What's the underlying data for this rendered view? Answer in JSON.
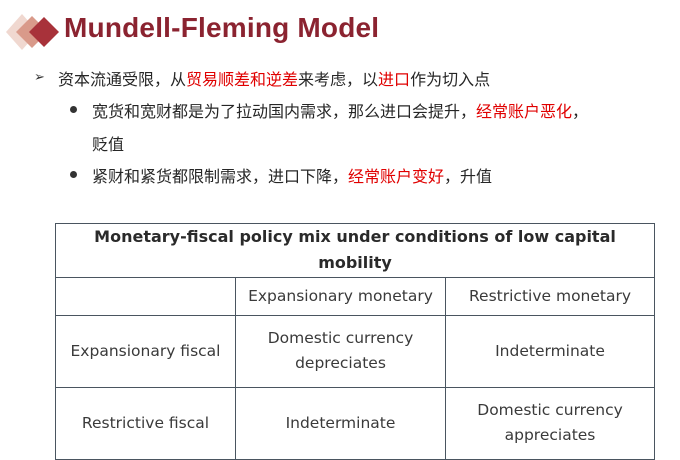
{
  "title": "Mundell-Fleming Model",
  "main_point": {
    "prefix": "资本流通受限，从",
    "highlight": "贸易顺差和逆差",
    "middle": "来考虑，以",
    "highlight2": "进口",
    "suffix": "作为切入点"
  },
  "sub_points": [
    {
      "line1_prefix": "宽货和宽财都是为了拉动国内需求，那么进口会提升，",
      "line1_highlight": "经常账户恶化",
      "line1_suffix": "，",
      "line2": "贬值"
    },
    {
      "prefix": "紧财和紧货都限制需求，进口下降，",
      "highlight": "经常账户变好",
      "suffix": "，升值"
    }
  ],
  "table": {
    "caption": "Monetary-fiscal policy mix under conditions of low capital mobility",
    "col_headers": [
      "",
      "Expansionary monetary",
      "Restrictive monetary"
    ],
    "rows": [
      {
        "label": "Expansionary fiscal",
        "cells": [
          [
            "Domestic currency",
            "depreciates"
          ],
          [
            "Indeterminate"
          ]
        ]
      },
      {
        "label": "Restrictive fiscal",
        "cells": [
          [
            "Indeterminate"
          ],
          [
            "Domestic currency",
            "appreciates"
          ]
        ]
      }
    ]
  },
  "colors": {
    "title": "#8b2330",
    "highlight": "#e00000",
    "logo_light": "#e8c8c0",
    "logo_dark": "#a83a3a"
  },
  "icons": {
    "logo": "diamond-logo-icon",
    "bullet_main": "arrow-bullet-icon",
    "bullet_sub": "dot-bullet-icon"
  }
}
